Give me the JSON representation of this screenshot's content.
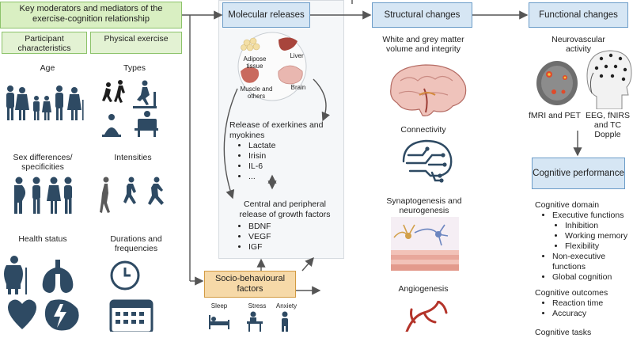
{
  "left": {
    "header": "Key moderators and mediators of the exercise-cognition relationship",
    "participant_header": "Participant characteristics",
    "exercise_header": "Physical exercise",
    "age": "Age",
    "types": "Types",
    "sex": "Sex differences/ specificities",
    "intensities": "Intensities",
    "health": "Health status",
    "durations": "Durations and frequencies"
  },
  "molecular": {
    "header": "Molecular releases",
    "adipose": "Adipose tissue",
    "liver": "Liver",
    "muscle": "Muscle and others",
    "brain": "Brain",
    "exerkines_title": "Release of exerkines and myokines",
    "exerkines": [
      "Lactate",
      "Irisin",
      "IL-6",
      "..."
    ],
    "growth_title": "Central and peripheral release of growth factors",
    "growth": [
      "BDNF",
      "VEGF",
      "IGF"
    ]
  },
  "socio": {
    "header": "Socio-behavioural factors",
    "sleep": "Sleep",
    "stress": "Stress",
    "anxiety": "Anxiety"
  },
  "structural": {
    "header": "Structural changes",
    "volume": "White and grey matter volume and integrity",
    "connectivity": "Connectivity",
    "synapto": "Synaptogenesis and neurogenesis",
    "angio": "Angiogenesis"
  },
  "functional": {
    "header": "Functional changes",
    "neuro": "Neurovascular activity",
    "fmri": "fMRI and PET",
    "eeg": "EEG, fNIRS and TC Dopple",
    "cog_header": "Cognitive performance",
    "domain_title": "Cognitive domain",
    "exec": "Executive functions",
    "exec_sub": [
      "Inhibition",
      "Working memory",
      "Flexibility"
    ],
    "other_domains": [
      "Non-executive functions",
      "Global cognition"
    ],
    "outcomes_title": "Cognitive outcomes",
    "outcomes": [
      "Reaction time",
      "Accuracy"
    ],
    "tasks_title": "Cognitive tasks"
  },
  "colors": {
    "green": "#d9efc2",
    "blue": "#d6e6f4",
    "orange": "#f6d9a8",
    "icon": "#2e4a63",
    "brain": "#e9a39c"
  }
}
